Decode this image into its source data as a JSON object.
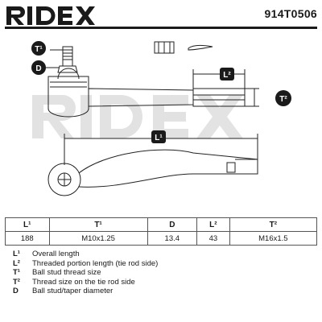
{
  "brand": {
    "logo_text": "RIDEX",
    "part_number": "914T0506"
  },
  "drawing": {
    "labels": {
      "t1": "T¹",
      "d": "D",
      "l2": "L²",
      "t2": "T²",
      "l1": "L¹"
    },
    "watermark": "RIDEX",
    "colors": {
      "line": "#222222",
      "badge_bg": "#1a1a1a",
      "badge_text": "#ffffff",
      "watermark": "#d9d9d9"
    }
  },
  "spec_table": {
    "headers": [
      "L¹",
      "T¹",
      "D",
      "L²",
      "T²"
    ],
    "values": [
      "188",
      "M10x1.25",
      "13.4",
      "43",
      "M16x1.5"
    ]
  },
  "legend": [
    {
      "key": "L¹",
      "desc": "Overall length"
    },
    {
      "key": "L²",
      "desc": "Threaded portion length (tie rod side)"
    },
    {
      "key": "T¹",
      "desc": "Ball stud thread size"
    },
    {
      "key": "T²",
      "desc": "Thread size on the tie rod side"
    },
    {
      "key": "D",
      "desc": "Ball stud/taper diameter"
    }
  ]
}
